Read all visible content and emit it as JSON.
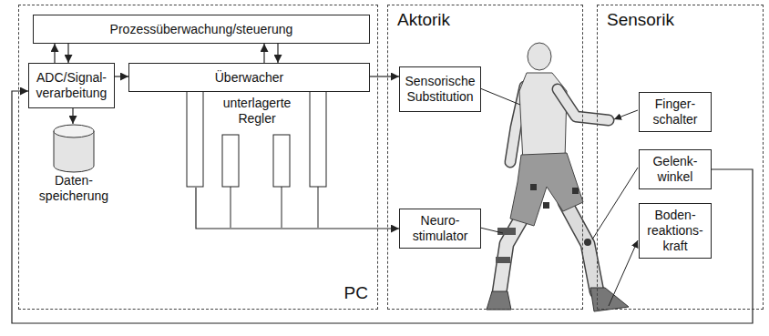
{
  "diagram": {
    "nodes": [
      {
        "text": [
          "PC"
        ]
      },
      {
        "text": [
          "Prozessüberwachung/steuerung"
        ],
        "in": 0
      },
      {
        "text": [
          "ADC/Signal- verarbeitung"
        ],
        "in": 0
      },
      {
        "text": [
          "Überwacher"
        ],
        "in": 0
      },
      {
        "text": [
          "unterlagerte Regler"
        ],
        "in": 0
      },
      {
        "text": [
          "Daten- speicherung"
        ],
        "in": 0
      },
      {
        "text": [
          "Aktorik"
        ]
      },
      {
        "text": [
          "Sensorische Substitution"
        ],
        "in": 6
      },
      {
        "text": [
          "Neuro- stimulator"
        ],
        "in": 6
      },
      {
        "text": [
          "Sensorik"
        ]
      },
      {
        "text": [
          "Finger- schalter"
        ],
        "in": 9
      },
      {
        "text": [
          "Gelenk- winkel"
        ],
        "in": 9
      },
      {
        "text": [
          "Boden- reaktions- kraft"
        ],
        "in": 9
      }
    ],
    "edges": [
      {
        "from": 1,
        "to": 2,
        "arrow": "to"
      },
      {
        "from": 2,
        "to": 1,
        "arrow": "to"
      },
      {
        "from": 1,
        "to": 3,
        "arrow": "to"
      },
      {
        "from": 3,
        "to": 1,
        "arrow": "to"
      },
      {
        "from": 2,
        "to": 3,
        "arrow": "to"
      },
      {
        "from": 2,
        "to": 5,
        "arrow": "to"
      },
      {
        "from": 3,
        "to": 7,
        "arrow": "to"
      },
      {
        "from": 4,
        "to": 8,
        "arrow": "to"
      },
      {
        "from": 11,
        "to": 2,
        "arrow": "to"
      }
    ]
  }
}
